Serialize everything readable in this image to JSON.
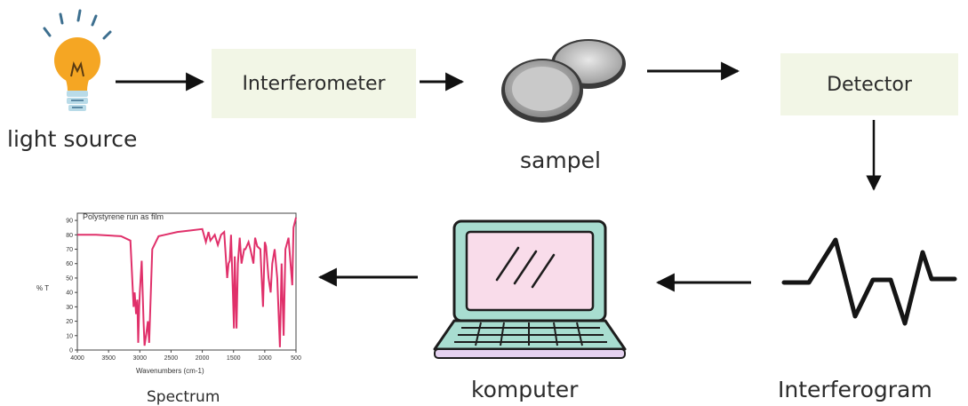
{
  "nodes": {
    "light_source": {
      "label": "light source"
    },
    "interferometer": {
      "label": "Interferometer"
    },
    "sample": {
      "label": "sampel"
    },
    "detector": {
      "label": "Detector"
    },
    "interferogram": {
      "label": "Interferogram"
    },
    "computer": {
      "label": "komputer"
    },
    "spectrum": {
      "label": "Spectrum",
      "plot_title": "Polystyrene run as film",
      "ylabel": "% T",
      "xlabel": "Wavenumbers (cm-1)"
    }
  },
  "icons": {
    "bulb": "light-bulb-icon",
    "sample": "sample-dish-icon",
    "computer": "laptop-icon",
    "interferogram": "waveform-icon"
  },
  "colors": {
    "box_fill": "#f2f6e6",
    "arrow": "#111111",
    "bulb": "#f5a623",
    "spectrum_line": "#e0306a",
    "laptop_body": "#a8ddd0",
    "laptop_screen": "#f9dcea"
  },
  "chart_data": {
    "type": "line",
    "title": "Polystyrene run as film",
    "xlabel": "Wavenumbers (cm-1)",
    "ylabel": "% T",
    "x_ticks": [
      4000,
      3500,
      3000,
      2500,
      2000,
      1500,
      1000,
      500
    ],
    "y_ticks": [
      0,
      10,
      20,
      30,
      40,
      50,
      60,
      70,
      80,
      90
    ],
    "xlim": [
      4000,
      500
    ],
    "ylim": [
      0,
      95
    ],
    "series": [
      {
        "x": [
          4000,
          3700,
          3300,
          3150,
          3100,
          3082,
          3060,
          3040,
          3026,
          3010,
          3000,
          2970,
          2940,
          2924,
          2900,
          2870,
          2850,
          2800,
          2700,
          2600,
          2400,
          2200,
          2000,
          1942,
          1900,
          1870,
          1800,
          1750,
          1700,
          1650,
          1601,
          1580,
          1560,
          1540,
          1510,
          1493,
          1480,
          1452,
          1430,
          1400,
          1372,
          1330,
          1310,
          1260,
          1230,
          1181,
          1155,
          1120,
          1070,
          1028,
          1000,
          980,
          940,
          906,
          880,
          842,
          800,
          757,
          730,
          698,
          670,
          620,
          560,
          540,
          500
        ],
        "y": [
          80,
          80,
          79,
          76,
          30,
          40,
          25,
          35,
          5,
          30,
          40,
          62,
          20,
          3,
          10,
          20,
          5,
          70,
          79,
          80,
          82,
          83,
          84,
          75,
          82,
          76,
          80,
          73,
          80,
          82,
          50,
          60,
          62,
          80,
          40,
          15,
          65,
          15,
          60,
          78,
          60,
          70,
          70,
          75,
          70,
          60,
          78,
          72,
          70,
          30,
          75,
          72,
          50,
          40,
          60,
          70,
          50,
          2,
          60,
          10,
          70,
          78,
          45,
          85,
          92
        ]
      }
    ]
  }
}
